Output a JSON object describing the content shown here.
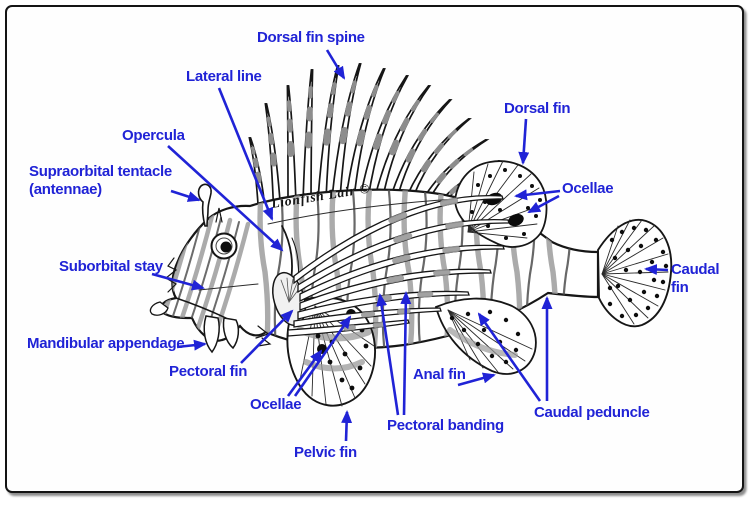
{
  "figure": {
    "watermark": "Lionfish Lair ©",
    "colors": {
      "label": "#2023d6",
      "ink": "#161616"
    },
    "labels": {
      "dorsal_fin_spine": "Dorsal fin spine",
      "lateral_line": "Lateral line",
      "opercula": "Opercula",
      "supraorbital_tentacle_line1": "Supraorbital tentacle",
      "supraorbital_tentacle_line2": "(antennae)",
      "suborbital_stay": "Suborbital stay",
      "mandibular_appendage": "Mandibular appendage",
      "pectoral_fin": "Pectoral fin",
      "ocellae_pelvic": "Ocellae",
      "pelvic_fin": "Pelvic fin",
      "pectoral_banding": "Pectoral banding",
      "anal_fin": "Anal fin",
      "caudal_peduncle": "Caudal peduncle",
      "dorsal_fin": "Dorsal fin",
      "ocellae_dorsal": "Ocellae",
      "caudal_fin_line1": "Caudal",
      "caudal_fin_line2": "fin"
    }
  }
}
